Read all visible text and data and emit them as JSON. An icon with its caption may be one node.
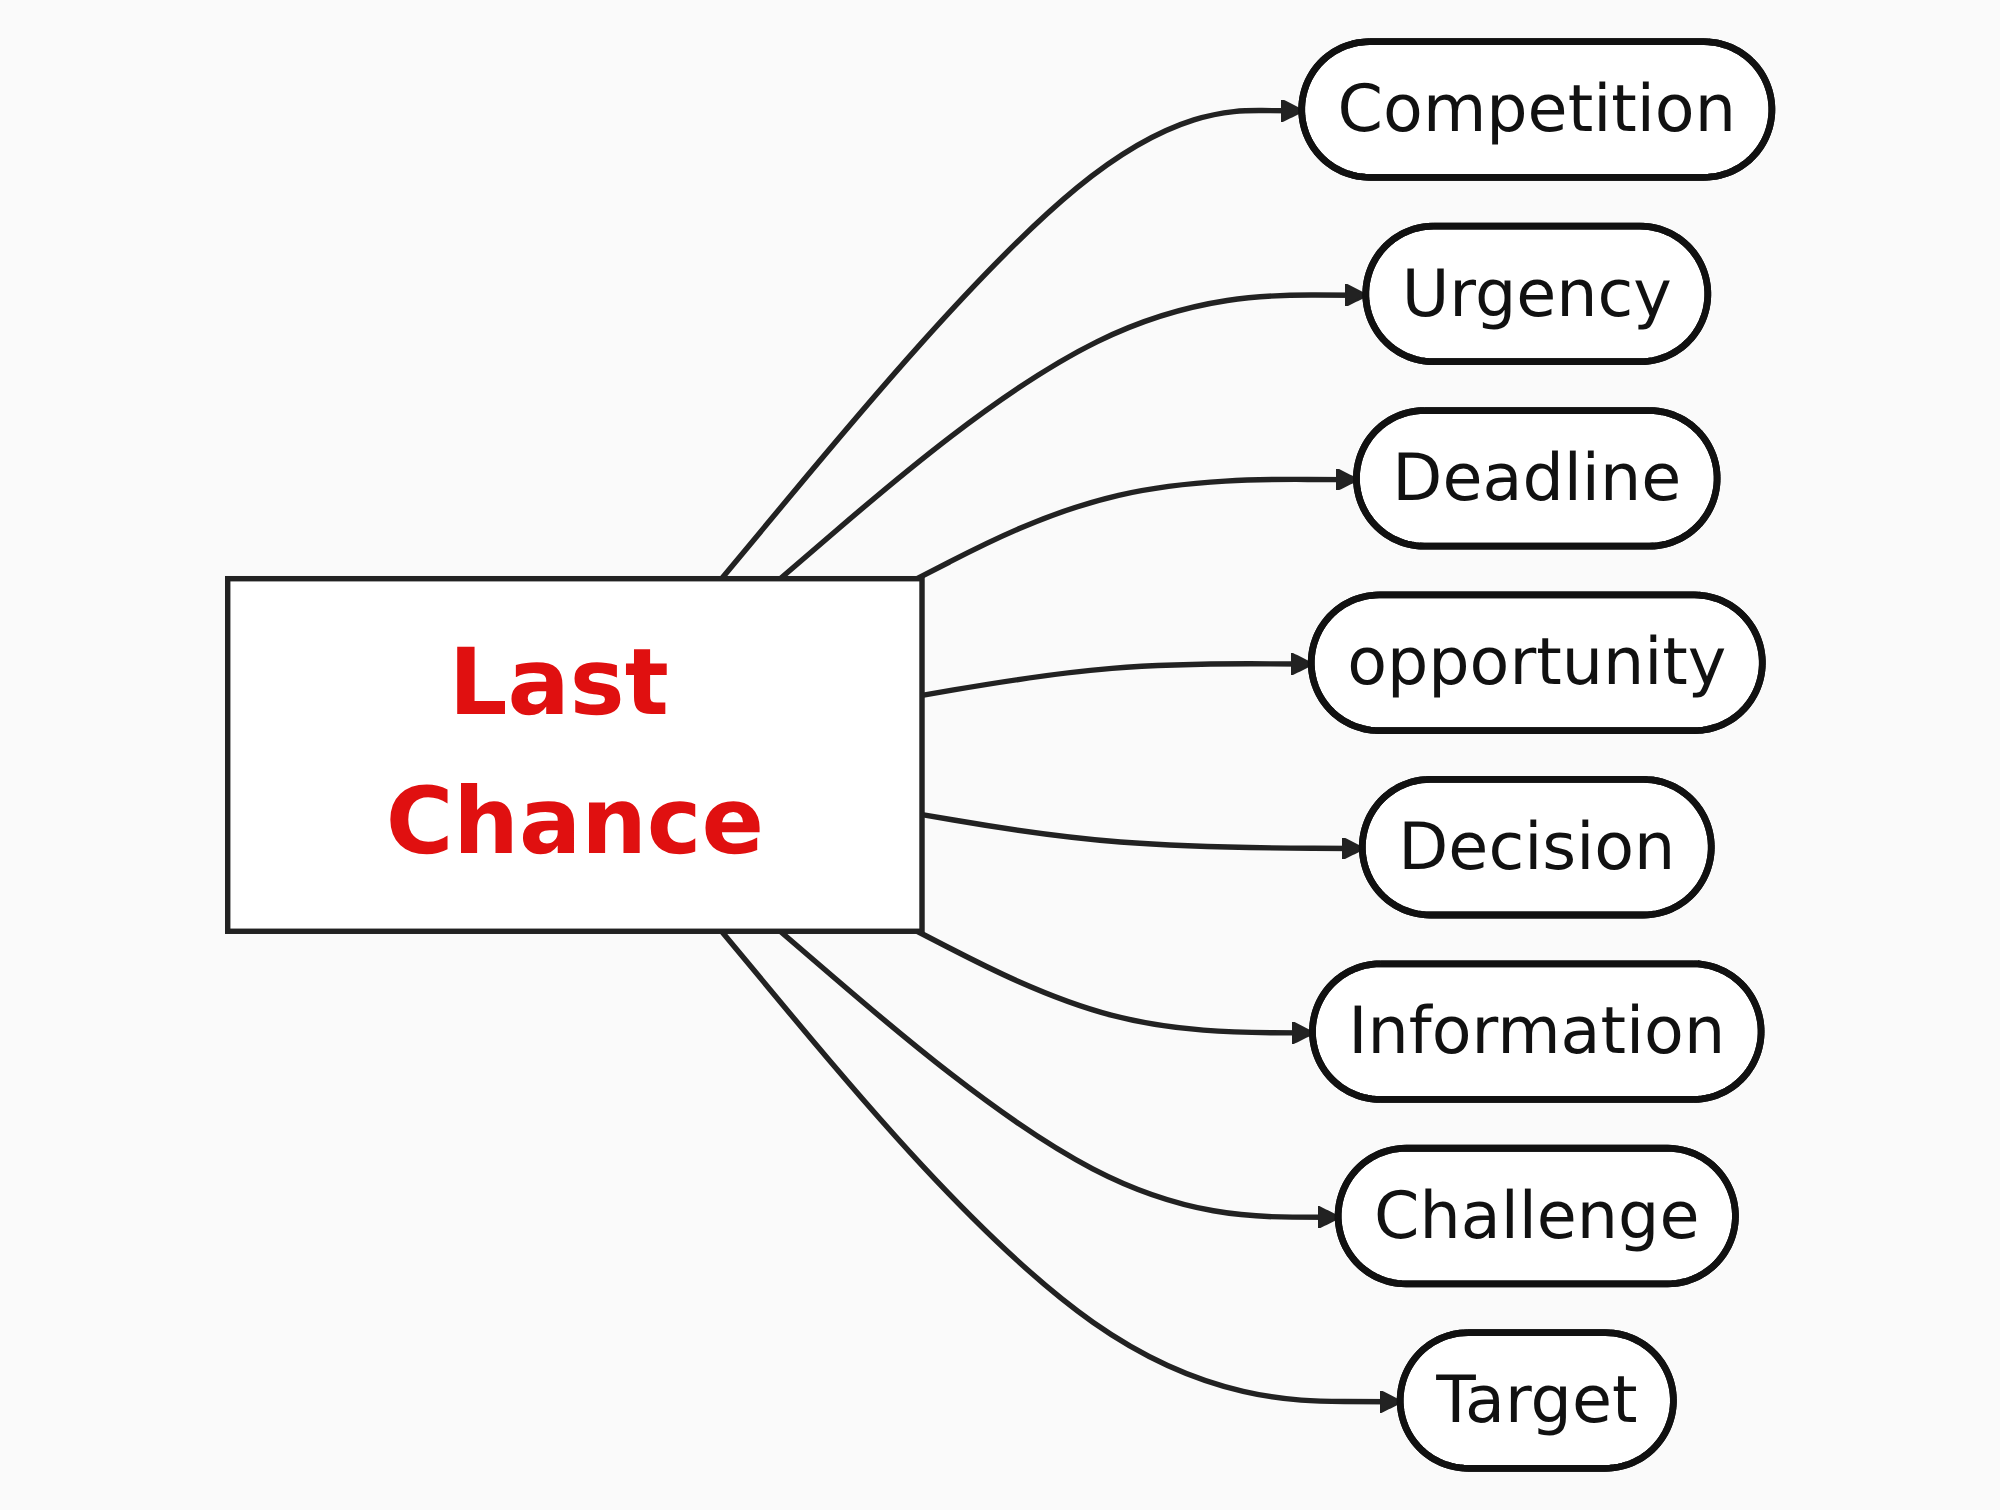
{
  "diagram": {
    "nodes": [
      {
        "text": [
          "Last Chance"
        ]
      },
      {
        "text": [
          "Competition"
        ]
      },
      {
        "text": [
          "Urgency"
        ]
      },
      {
        "text": [
          "Deadline"
        ]
      },
      {
        "text": [
          "opportunity"
        ]
      },
      {
        "text": [
          "Decision"
        ]
      },
      {
        "text": [
          "Information"
        ]
      },
      {
        "text": [
          "Challenge"
        ]
      },
      {
        "text": [
          "Target"
        ]
      }
    ],
    "edges": [
      {
        "from": 0,
        "to": 1,
        "arrow": "to"
      },
      {
        "from": 0,
        "to": 2,
        "arrow": "to"
      },
      {
        "from": 0,
        "to": 3,
        "arrow": "to"
      },
      {
        "from": 0,
        "to": 4,
        "arrow": "to"
      },
      {
        "from": 0,
        "to": 5,
        "arrow": "to"
      },
      {
        "from": 0,
        "to": 6,
        "arrow": "to"
      },
      {
        "from": 0,
        "to": 7,
        "arrow": "to"
      },
      {
        "from": 0,
        "to": 8,
        "arrow": "to"
      }
    ]
  }
}
